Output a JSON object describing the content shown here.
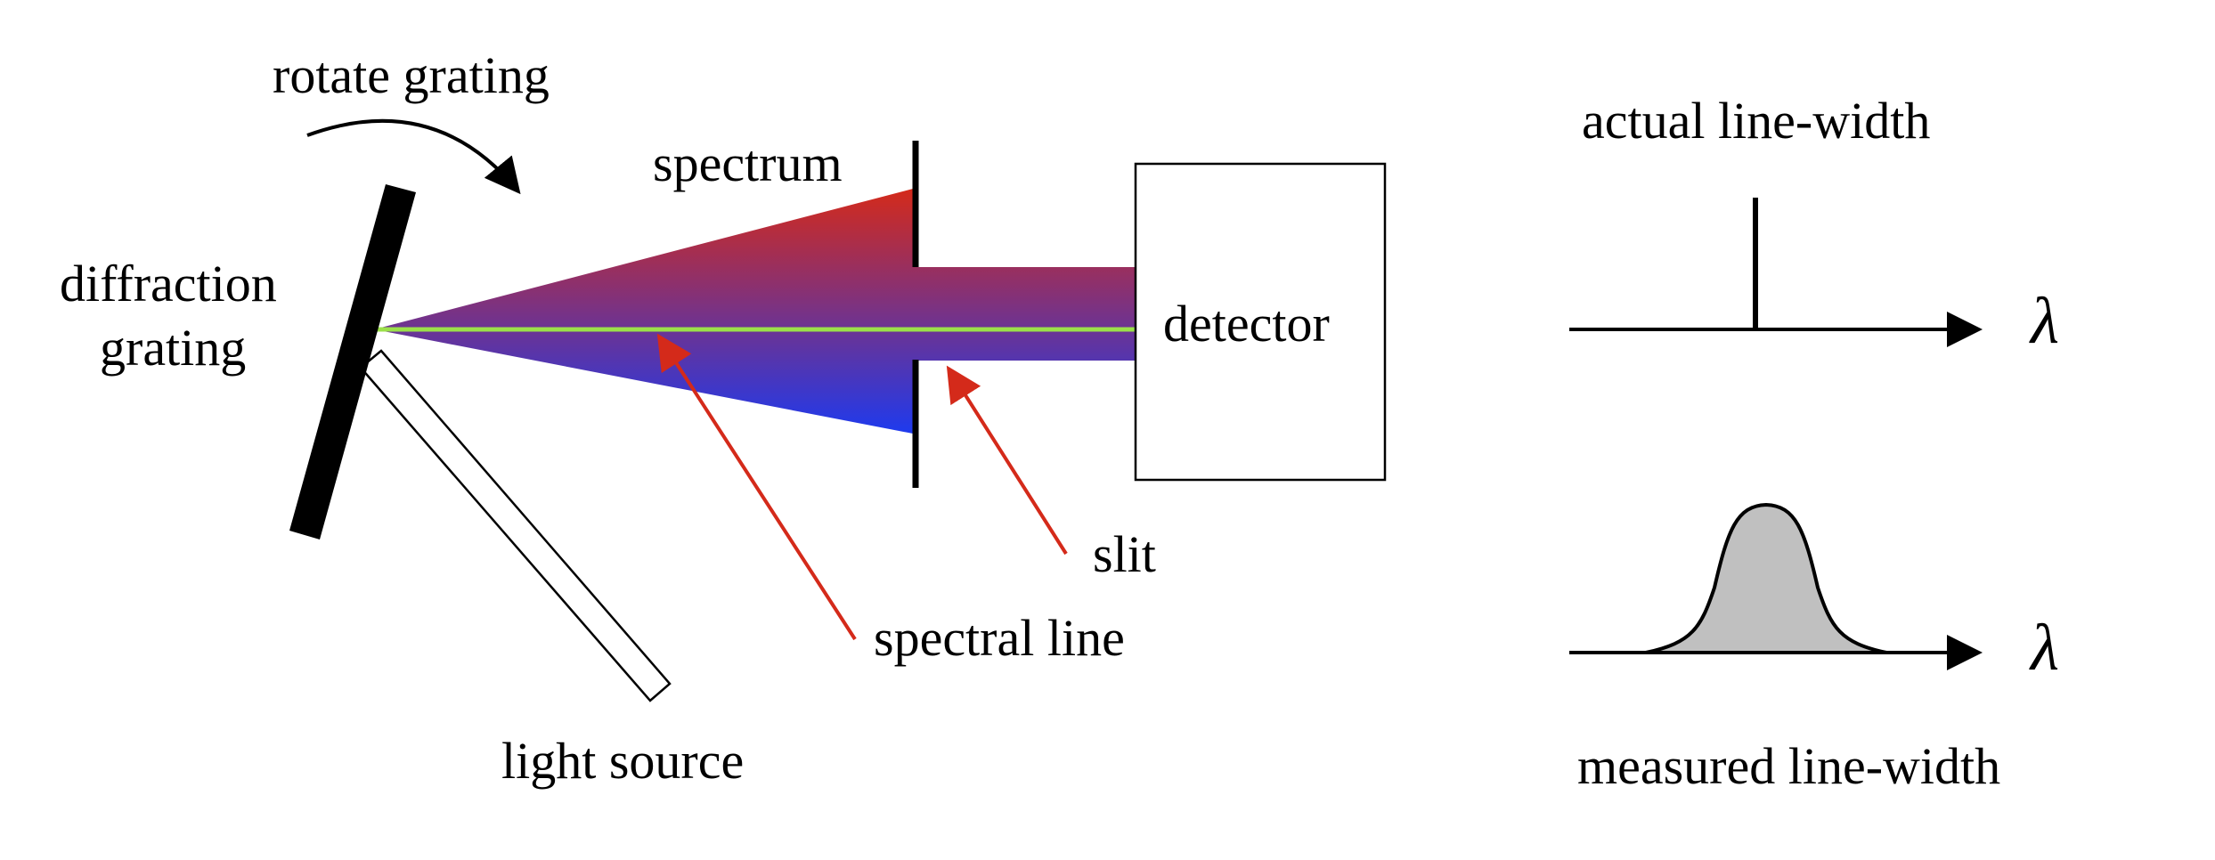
{
  "labels": {
    "rotate_grating": "rotate grating",
    "diffraction_line1": "diffraction",
    "diffraction_line2": "grating",
    "spectrum": "spectrum",
    "detector": "detector",
    "slit": "slit",
    "spectral_line": "spectral line",
    "light_source": "light source",
    "actual_line_width": "actual line-width",
    "measured_line_width": "measured line-width",
    "lambda_top": "λ",
    "lambda_bottom": "λ"
  },
  "colors": {
    "spectrum_top": "#d42a1a",
    "spectrum_bottom": "#1e3aee",
    "spectral_line": "#9be04a",
    "pointer_arrow": "#d42a1a",
    "profile_fill": "#c0c0c0"
  }
}
